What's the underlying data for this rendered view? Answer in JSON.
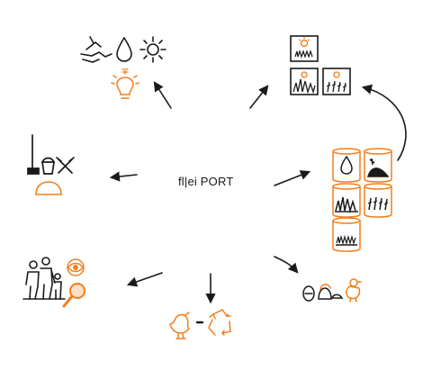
{
  "center": {
    "label": "fl|ei PORT"
  },
  "colors": {
    "ink": "#1a1a1a",
    "accent": "#f07f1d"
  },
  "groups": [
    {
      "name": "top-left-resources",
      "icons": [
        "tap-icon",
        "water-drop-icon",
        "sun-icon",
        "equals-icon",
        "light-bulb-icon"
      ]
    },
    {
      "name": "top-right-growth-stacks",
      "icons": [
        "plant-box-icon",
        "grass-box-icon",
        "grain-box-icon"
      ]
    },
    {
      "name": "left-tools",
      "icons": [
        "broom-icon",
        "bucket-icon",
        "tools-icon",
        "bread-icon"
      ]
    },
    {
      "name": "right-storage-containers",
      "icons": [
        "water-drop-container-icon",
        "pile-container-icon",
        "grass-container-icon",
        "grain-container-icon",
        "sprout-container-icon"
      ]
    },
    {
      "name": "bottom-left-people",
      "icons": [
        "family-icon",
        "eye-icon",
        "magnifier-icon"
      ]
    },
    {
      "name": "bottom-center-cycle",
      "icons": [
        "chicken-icon",
        "dash-icon",
        "recycle-icon"
      ]
    },
    {
      "name": "bottom-right-eggs",
      "icons": [
        "egg-icon",
        "hatching-egg-icon",
        "chick-icon"
      ]
    }
  ]
}
